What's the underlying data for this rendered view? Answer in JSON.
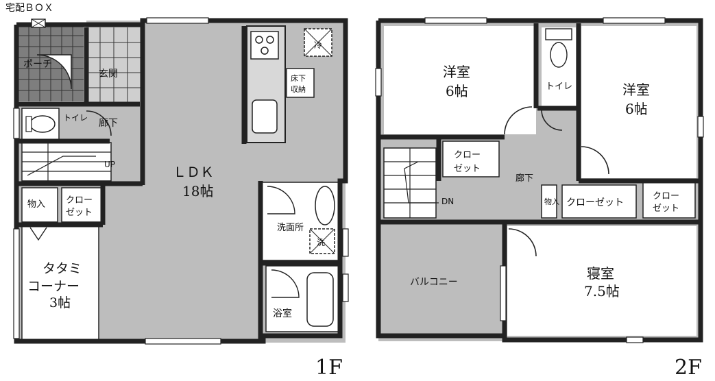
{
  "plan": {
    "floor1": {
      "label": "1F",
      "rooms": {
        "delivery_box": "宅配ＢＯＸ",
        "porch": "ポーチ",
        "entrance": "玄関",
        "toilet": "トイレ",
        "hallway": "廊下",
        "up": "UP",
        "storage": "物入",
        "closet_line1": "クロー",
        "closet_line2": "ゼット",
        "ldk_line1": "ＬＤＫ",
        "ldk_line2": "18帖",
        "fridge": "冷",
        "underfloor_line1": "床下",
        "underfloor_line2": "収納",
        "washroom": "洗面所",
        "washer": "洗",
        "bath": "浴室",
        "tatami_line1": "タタミ",
        "tatami_line2": "コーナー",
        "tatami_line3": "3帖"
      }
    },
    "floor2": {
      "label": "2F",
      "rooms": {
        "western1_line1": "洋室",
        "western1_line2": "6帖",
        "toilet": "トイレ",
        "western2_line1": "洋室",
        "western2_line2": "6帖",
        "closet_a_line1": "クロー",
        "closet_a_line2": "ゼット",
        "hallway": "廊下",
        "dn": "DN",
        "storage": "物入",
        "closet_b": "クローゼット",
        "closet_c_line1": "クロー",
        "closet_c_line2": "ゼット",
        "balcony": "バルコニー",
        "bedroom_line1": "寝室",
        "bedroom_line2": "7.5帖"
      }
    }
  }
}
